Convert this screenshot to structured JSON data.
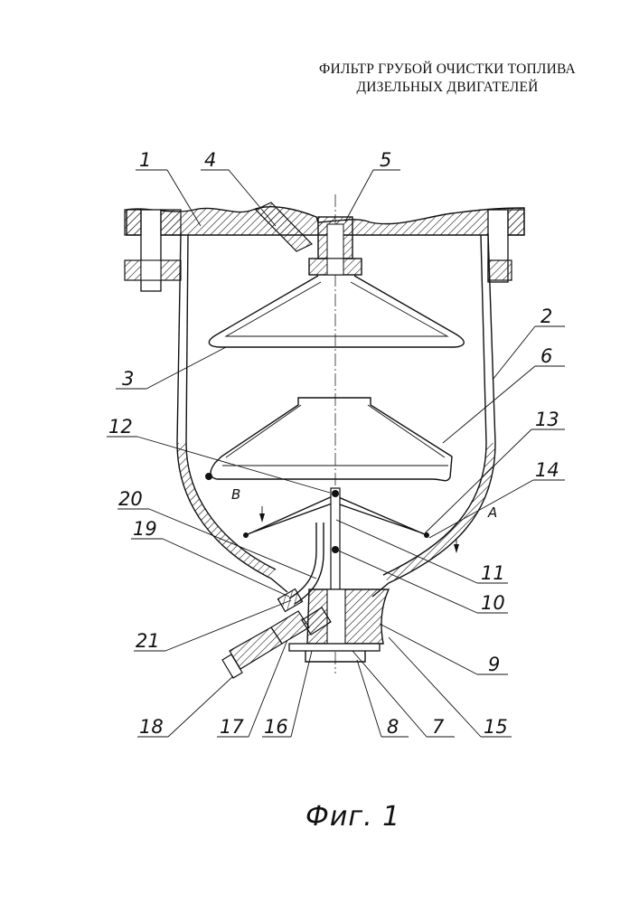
{
  "title": {
    "line1": "ФИЛЬТР ГРУБОЙ ОЧИСТКИ ТОПЛИВА",
    "line2": "ДИЗЕЛЬНЫХ ДВИГАТЕЛЕЙ"
  },
  "figure_caption": "Фиг. 1",
  "callouts": {
    "c1": "1",
    "c2": "2",
    "c3": "3",
    "c4": "4",
    "c5": "5",
    "c6": "6",
    "c7": "7",
    "c8": "8",
    "c9": "9",
    "c10": "10",
    "c11": "11",
    "c12": "12",
    "c13": "13",
    "c14": "14",
    "c15": "15",
    "c16": "16",
    "c17": "17",
    "c18": "18",
    "c19": "19",
    "c20": "20",
    "c21": "21"
  },
  "section_marks": {
    "a": "A",
    "b": "B"
  }
}
